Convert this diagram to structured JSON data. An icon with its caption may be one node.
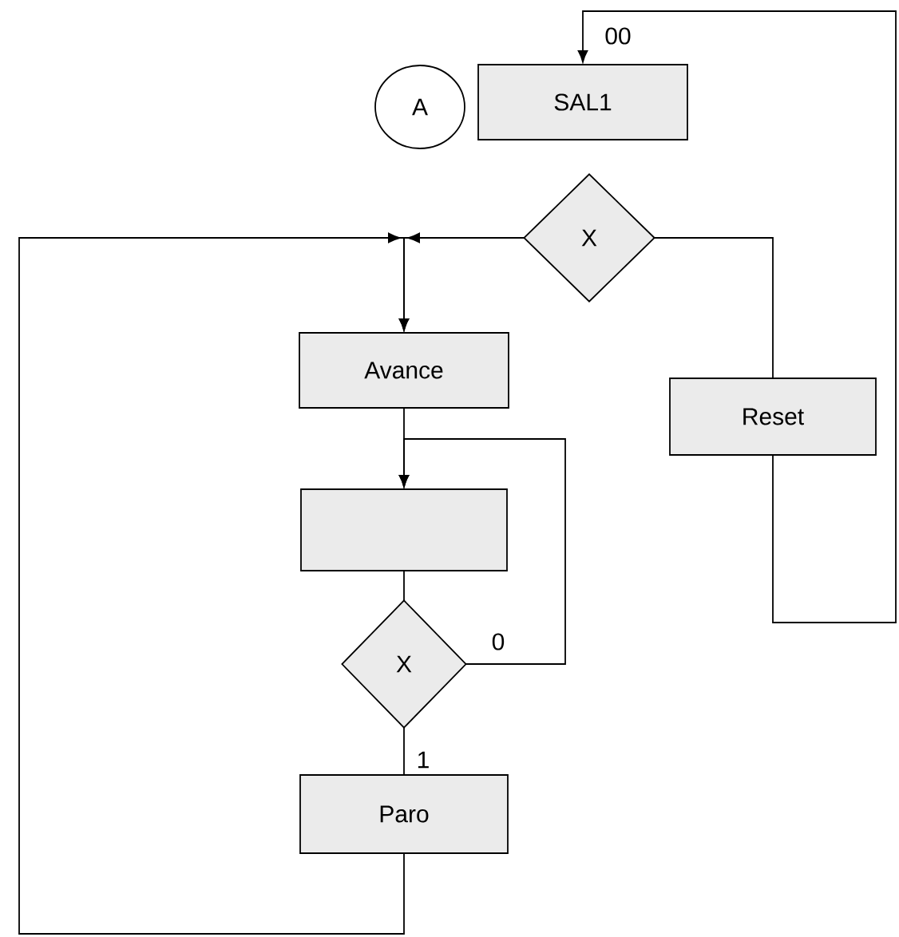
{
  "diagram": {
    "nodes": [
      {
        "text": [
          "A"
        ]
      },
      {
        "text": [
          "SAL1"
        ]
      },
      {
        "text": [
          "X"
        ]
      },
      {
        "text": [
          "Avance"
        ]
      },
      {
        "text": [],
        "shape": "box"
      },
      {
        "text": [
          "X"
        ]
      },
      {
        "text": [
          "Paro"
        ]
      },
      {
        "text": [
          "Reset"
        ]
      }
    ],
    "edges": [
      {
        "from": 2,
        "to": 3,
        "arrow": "to"
      },
      {
        "from": 2,
        "to": 7,
        "arrow": "none"
      },
      {
        "from": 7,
        "to": 1,
        "arrow": "to",
        "label": "00"
      },
      {
        "from": 3,
        "to": 4,
        "arrow": "to"
      },
      {
        "from": 4,
        "to": 5,
        "arrow": "none"
      },
      {
        "from": 5,
        "to": 4,
        "arrow": "to",
        "label": "0"
      },
      {
        "from": 5,
        "to": 6,
        "arrow": "none",
        "label": "1"
      },
      {
        "from": 6,
        "to": 3,
        "arrow": "to"
      }
    ]
  }
}
